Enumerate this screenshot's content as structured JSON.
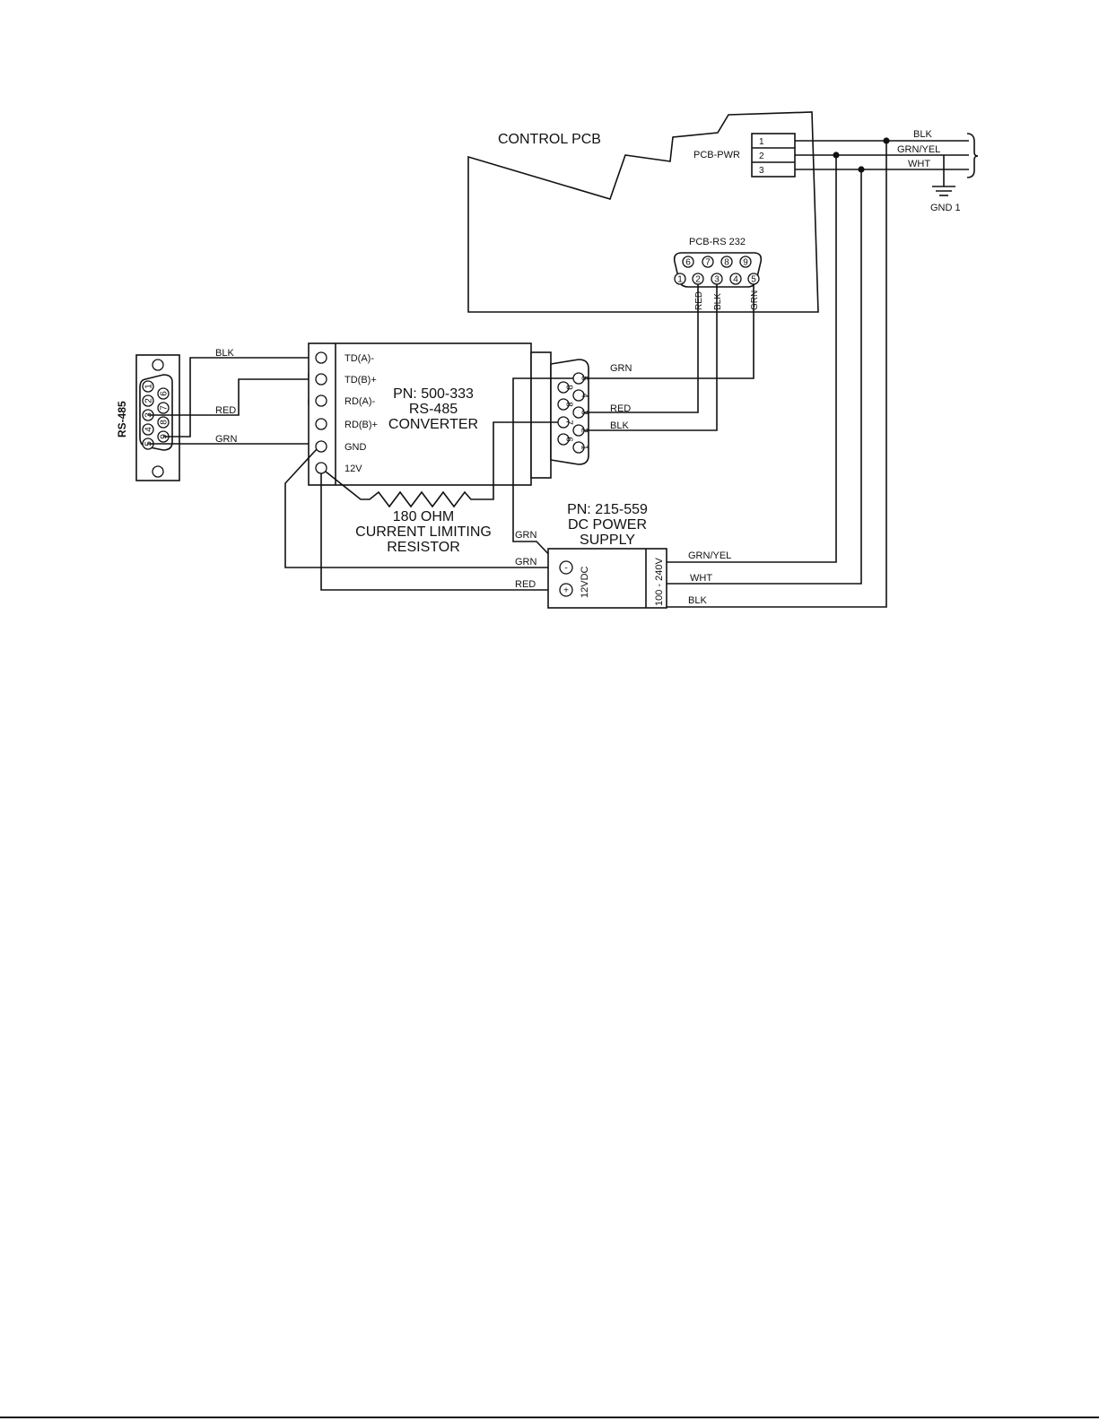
{
  "control_pcb": {
    "title": "CONTROL PCB",
    "pwr_label": "PCB-PWR",
    "pwr_pins": [
      "1",
      "2",
      "3"
    ],
    "rs232_label": "PCB-RS 232",
    "rs232_top_pins": [
      "6",
      "7",
      "8",
      "9"
    ],
    "rs232_bottom_pins": [
      "1",
      "2",
      "3",
      "4",
      "5"
    ],
    "rs232_wires": [
      "RED",
      "BLK",
      "GRN"
    ]
  },
  "mains": {
    "wires": [
      "BLK",
      "GRN/YEL",
      "WHT"
    ],
    "ground_label": "GND 1"
  },
  "rs485_port": {
    "label": "RS-485",
    "top_pins": [
      "1",
      "2",
      "3",
      "4",
      "5"
    ],
    "bottom_pins": [
      "6",
      "7",
      "8",
      "9"
    ],
    "wires": [
      "BLK",
      "RED",
      "GRN"
    ]
  },
  "converter": {
    "pn": "PN: 500-333",
    "line2": "RS-485",
    "line3": "CONVERTER",
    "terminals": [
      "TD(A)-",
      "TD(B)+",
      "RD(A)-",
      "RD(B)+",
      "GND",
      "12V"
    ],
    "db9_right": [
      "5",
      "4",
      "3",
      "2",
      "1"
    ],
    "db9_left": [
      "9",
      "8",
      "7",
      "6"
    ],
    "db9_wires": [
      "GRN",
      "RED",
      "BLK"
    ]
  },
  "resistor": {
    "line1": "180 OHM",
    "line2": "CURRENT LIMITING",
    "line3": "RESISTOR"
  },
  "power_supply": {
    "pn": "PN: 215-559",
    "line2": "DC POWER",
    "line3": "SUPPLY",
    "dc_label": "12VDC",
    "ac_label": "100 - 240V",
    "minus_symbol": "-",
    "plus_symbol": "+",
    "dc_wires": [
      "GRN",
      "GRN",
      "RED"
    ],
    "ac_wires": [
      "GRN/YEL",
      "WHT",
      "BLK"
    ]
  }
}
